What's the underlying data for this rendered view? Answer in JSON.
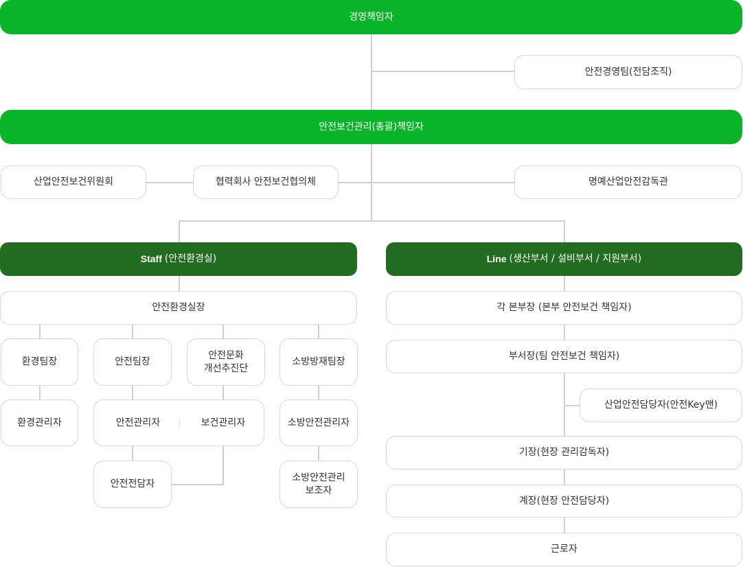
{
  "top": {
    "ceo": "경영책임자",
    "safety_mgmt_team": "안전경영팀(전담조직)"
  },
  "general": {
    "chief": "안전보건관리(총괄)책임자"
  },
  "committees": {
    "industrial_committee": "산업안전보건위원회",
    "partner_council": "협력회사 안전보건협의체",
    "honorary_supervisor": "명예산업안전감독관"
  },
  "staff": {
    "header_bold": "Staff",
    "header_text": "(안전환경실)",
    "director": "안전환경실장",
    "env_team_lead": "환경팀장",
    "safety_team_lead": "안전팀장",
    "culture_promo": "안전문화\n개선추진단",
    "fire_team_lead": "소방방재팀장",
    "env_manager": "환경관리자",
    "safety_manager": "안전관리자",
    "health_manager": "보건관리자",
    "fire_safety_manager": "소방안전관리자",
    "safety_officer": "안전전담자",
    "fire_safety_assistant": "소방안전관리\n보조자"
  },
  "line": {
    "header_bold": "Line",
    "header_text": "(생산부서 / 설비부서 / 지원부서)",
    "division_heads": "각 본부장 (본부 안전보건 책임자)",
    "dept_heads": "부서장(팀 안전보건 책임자)",
    "key_man": "산업안전담당자(안전Key맨)",
    "foreman": "기장(현장 관리감독자)",
    "chief_worker": "계장(현장 안전담당자)",
    "workers": "근로자"
  }
}
